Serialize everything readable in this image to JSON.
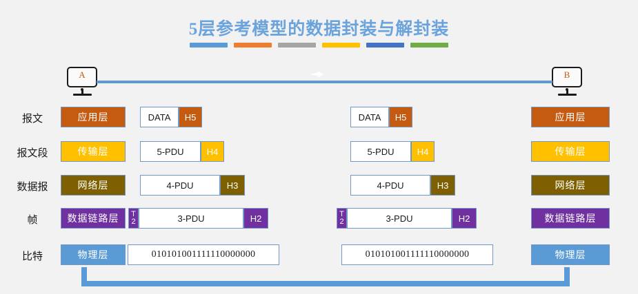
{
  "title": "5层参考模型的数据封装与解封装",
  "accent_bars": [
    "#5B9BD5",
    "#ED7D31",
    "#A5A5A5",
    "#FFC000",
    "#4472C4",
    "#70AD47"
  ],
  "colors": {
    "background": "#f2f2f2",
    "title": "#6BA3DC",
    "link": "#5B9BD5",
    "border": "#7198C6",
    "application": "#C55A11",
    "transport": "#FFC000",
    "network": "#7F6000",
    "datalink": "#7030A0",
    "physical": "#5B9BD5"
  },
  "hosts": {
    "left": {
      "label": "A",
      "name": "host-a"
    },
    "right": {
      "label": "B",
      "name": "host-b"
    }
  },
  "rows": [
    {
      "unit_label": "报文",
      "layer_label": "应用层",
      "layer_color": "#C55A11",
      "pdu": {
        "body": "DATA",
        "header": "H5",
        "header_color": "#C55A11",
        "tail": null
      }
    },
    {
      "unit_label": "报文段",
      "layer_label": "传输层",
      "layer_color": "#FFC000",
      "pdu": {
        "body": "5-PDU",
        "header": "H4",
        "header_color": "#FFC000",
        "tail": null
      }
    },
    {
      "unit_label": "数据报",
      "layer_label": "网络层",
      "layer_color": "#7F6000",
      "pdu": {
        "body": "4-PDU",
        "header": "H3",
        "header_color": "#7F6000",
        "tail": null
      }
    },
    {
      "unit_label": "帧",
      "layer_label": "数据链路层",
      "layer_color": "#7030A0",
      "pdu": {
        "body": "3-PDU",
        "header": "H2",
        "header_color": "#7030A0",
        "tail": "T2",
        "tail_color": "#7030A0"
      }
    },
    {
      "unit_label": "比特",
      "layer_label": "物理层",
      "layer_color": "#5B9BD5",
      "pdu": {
        "body": "010101001111110000000",
        "header": null,
        "tail": null
      }
    }
  ],
  "bitstring": "010101001111110000000"
}
